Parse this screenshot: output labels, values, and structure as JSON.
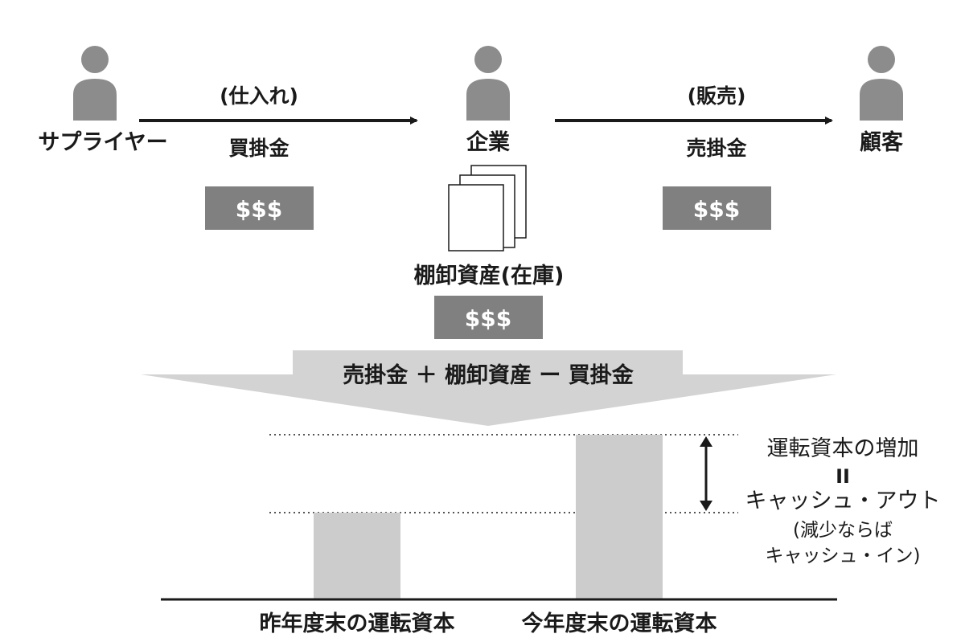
{
  "actors": {
    "supplier": "サプライヤー",
    "company": "企業",
    "customer": "顧客"
  },
  "flows": {
    "purchase": {
      "action": "(仕入れ)",
      "item": "買掛金",
      "amount": "$$$"
    },
    "sales": {
      "action": "(販売)",
      "item": "売掛金",
      "amount": "$$$"
    }
  },
  "inventory": {
    "label": "棚卸資産(在庫)",
    "amount": "$$$"
  },
  "formula": "売掛金 ＋ 棚卸資産 ー 買掛金",
  "bars": {
    "last_year": "昨年度末の運転資本",
    "this_year": "今年度末の運転資本"
  },
  "annotation": {
    "line1": "運転資本の増加",
    "equals": "II",
    "line2": "キャッシュ・アウト",
    "line3": "(減少ならば",
    "line4": "キャッシュ・イン)"
  },
  "colors": {
    "person": "#8c8c8c",
    "money_box": "#808080",
    "bar": "#cccccc",
    "arrow_band": "#d3d3d3",
    "text": "#1a1a1a"
  }
}
